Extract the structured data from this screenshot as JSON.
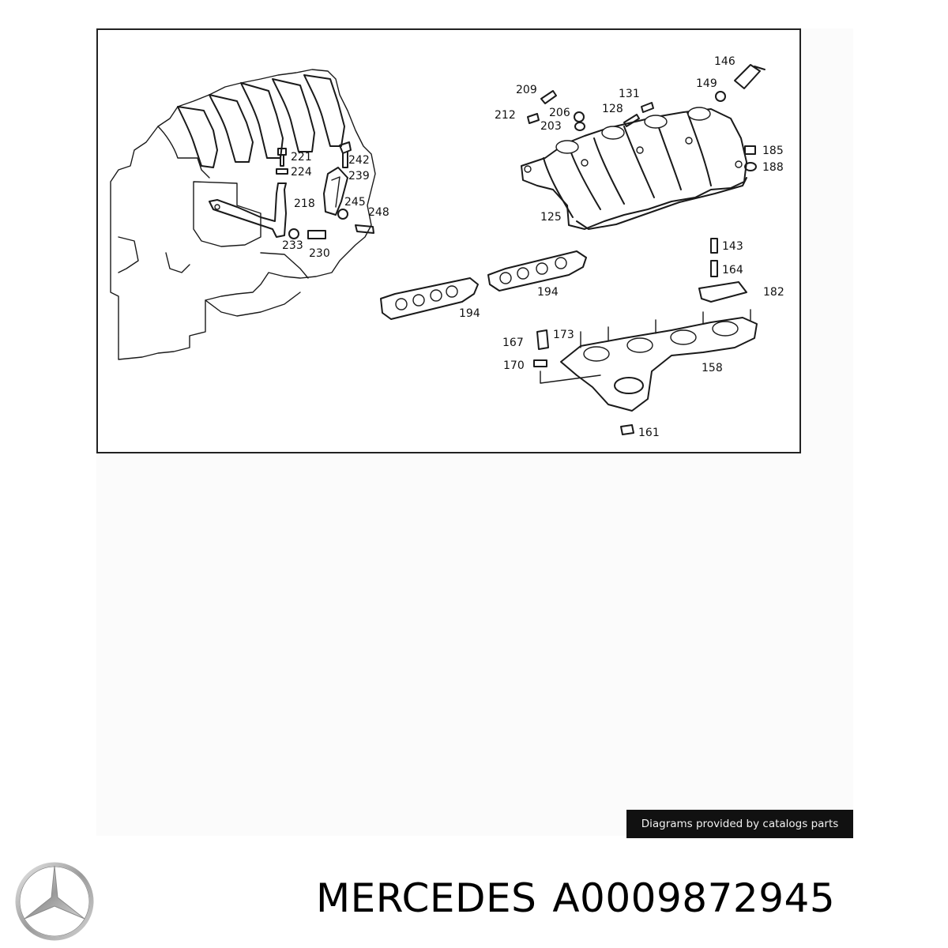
{
  "callouts": {
    "c221": "221",
    "c224": "224",
    "c242": "242",
    "c239": "239",
    "c218": "218",
    "c245": "245",
    "c248": "248",
    "c233": "233",
    "c230": "230",
    "c209": "209",
    "c212": "212",
    "c206": "206",
    "c203": "203",
    "c131": "131",
    "c128": "128",
    "c146": "146",
    "c149": "149",
    "c185": "185",
    "c188": "188",
    "c125": "125",
    "c194a": "194",
    "c194b": "194",
    "c143": "143",
    "c164": "164",
    "c182": "182",
    "c167": "167",
    "c173": "173",
    "c170": "170",
    "c158": "158",
    "c161": "161"
  },
  "credit": "Diagrams provided by catalogs parts",
  "brand": "MERCEDES",
  "part_number": "A0009872945",
  "logo_icon": "mercedes-star-icon"
}
